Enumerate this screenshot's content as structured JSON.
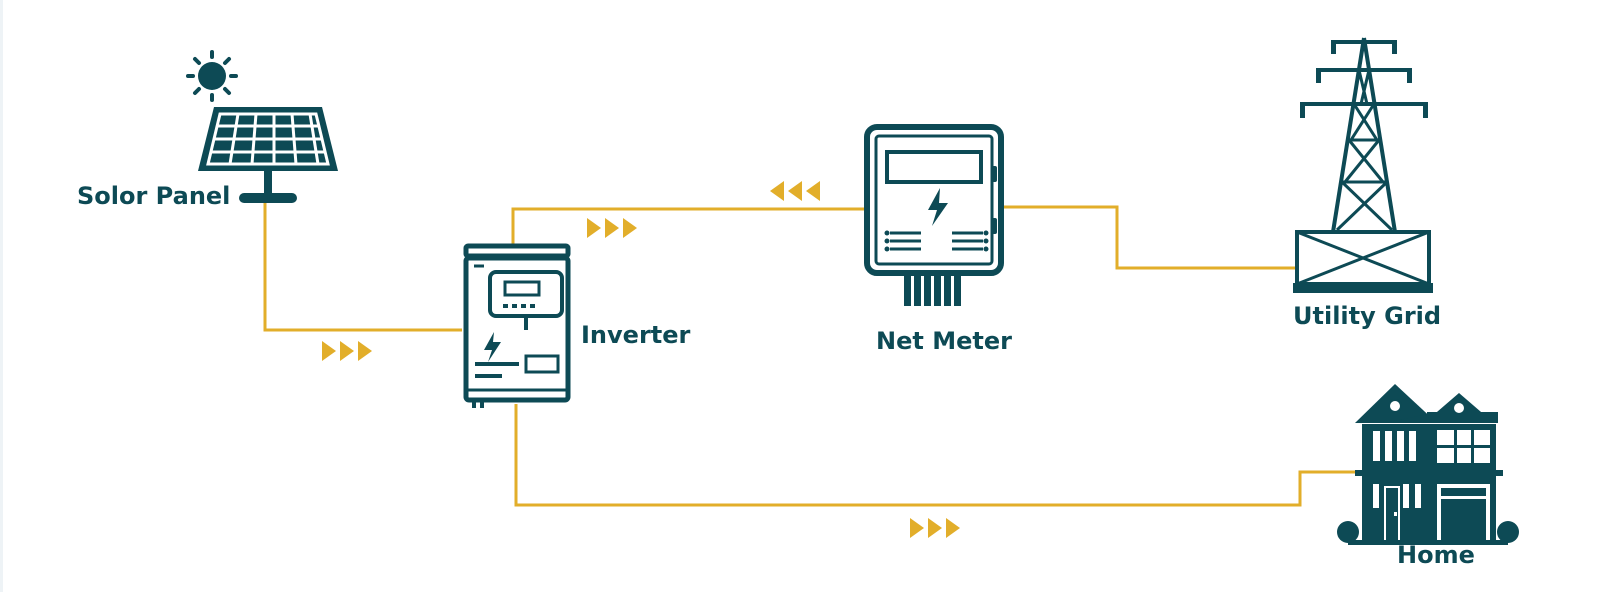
{
  "colors": {
    "icon": "#0d4a55",
    "wire": "#e2ae2a",
    "arrow": "#e2ae2a",
    "background": "#ffffff"
  },
  "labels": {
    "solar_panel": "Solor Panel",
    "inverter": "Inverter",
    "net_meter": "Net Meter",
    "utility_grid": "Utility Grid",
    "home": "Home"
  },
  "icons": [
    "sun-icon",
    "solar-panel-icon",
    "inverter-icon",
    "net-meter-icon",
    "transmission-tower-icon",
    "house-icon"
  ],
  "flows": [
    {
      "from": "solar_panel",
      "to": "inverter",
      "direction": "forward"
    },
    {
      "from": "inverter",
      "to": "net_meter",
      "direction": "forward"
    },
    {
      "from": "net_meter",
      "to": "inverter",
      "direction": "backward"
    },
    {
      "from": "net_meter",
      "to": "utility_grid",
      "direction": "none"
    },
    {
      "from": "inverter",
      "to": "home",
      "direction": "forward"
    }
  ]
}
